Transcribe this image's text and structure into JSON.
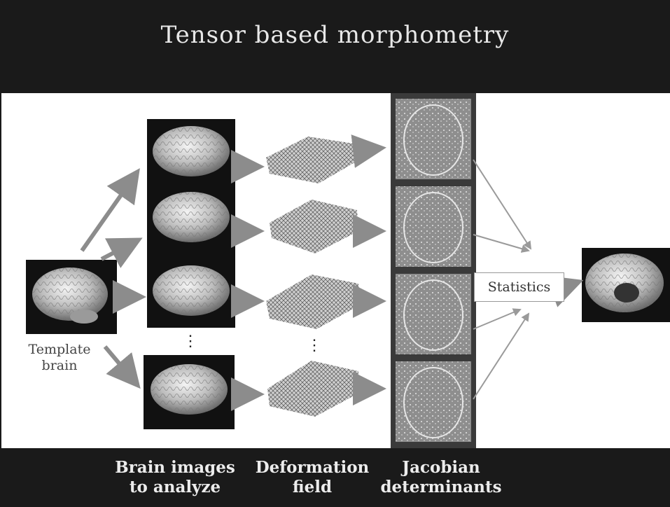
{
  "title": "Tensor based morphometry",
  "template_label_line1": "Template",
  "template_label_line2": "brain",
  "statistics_label": "Statistics",
  "ellipsis": "⋮",
  "columns": {
    "brain_images_line1": "Brain images",
    "brain_images_line2": "to analyze",
    "deformation_line1": "Deformation",
    "deformation_line2": "field",
    "jacobian_line1": "Jacobian",
    "jacobian_line2": "determinants"
  },
  "colors": {
    "background": "#1a1a1a",
    "arrow": "#8c8c8c",
    "jacobian_panel": "#8e8e8e",
    "jacobian_column": "#3a3a3a"
  }
}
